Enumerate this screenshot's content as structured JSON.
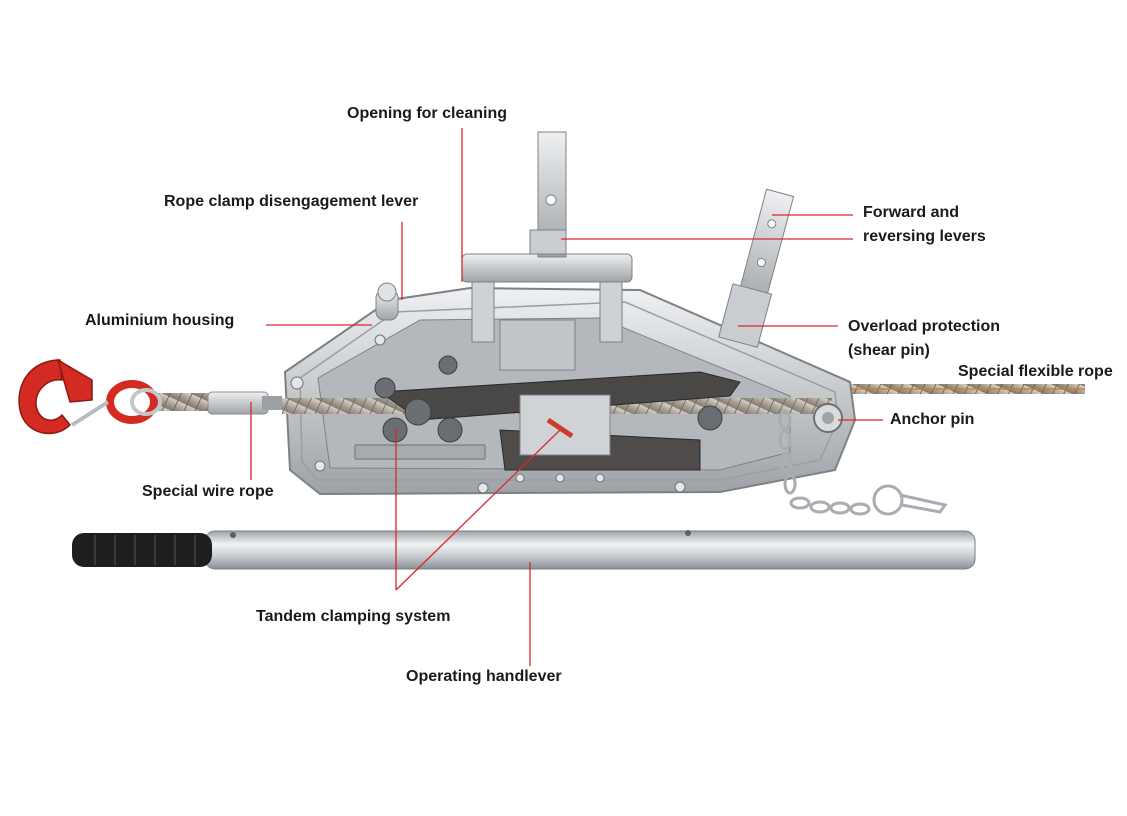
{
  "labels": {
    "opening_cleaning": "Opening for cleaning",
    "rope_clamp_lever": "Rope clamp disengagement lever",
    "forward_reversing_1": "Forward and",
    "forward_reversing_2": "reversing levers",
    "aluminium_housing": "Aluminium housing",
    "overload_1": "Overload protection",
    "overload_2": "(shear pin)",
    "special_flexible_rope": "Special flexible rope",
    "anchor_pin": "Anchor pin",
    "special_wire_rope": "Special wire rope",
    "tandem_clamping": "Tandem clamping system",
    "operating_handlever": "Operating handlever"
  },
  "colors": {
    "leader_line": "#d9272e",
    "hook": "#d32a22",
    "housing": "#c9ccd0",
    "rope": "#b9b1a6",
    "handle_grip": "#1e1e1e"
  }
}
